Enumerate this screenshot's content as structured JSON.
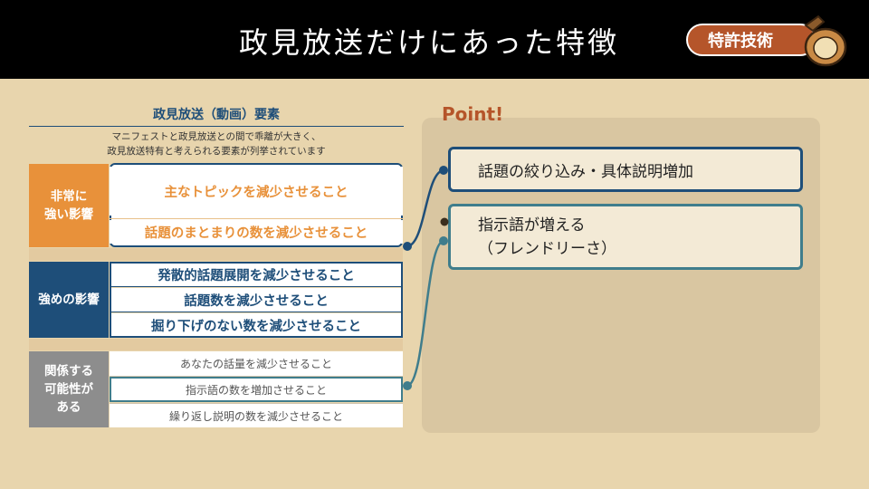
{
  "header": {
    "title": "政見放送だけにあった特徴",
    "badge": "特許技術",
    "jar_icon": "secret-jar-icon"
  },
  "table": {
    "title": "政見放送（動画）要素",
    "description_line1": "マニフェストと政見放送との間で乖離が大きく、",
    "description_line2": "政見放送特有と考えられる要素が列挙されています",
    "categories": {
      "strong_line1": "非常に",
      "strong_line2": "強い影響",
      "medium": "強めの影響",
      "possible_line1": "関係する",
      "possible_line2": "可能性が",
      "possible_line3": "ある"
    },
    "strong_rows": [
      "主なトピックを減少させること",
      "話題のまとまりの数を減少させること"
    ],
    "medium_rows": [
      "発散的話題展開を減少させること",
      "話題数を減少させること",
      "掘り下げのない数を減少させること"
    ],
    "possible_rows": [
      "あなたの話量を減少させること",
      "指示語の数を増加させること",
      "繰り返し説明の数を減少させること"
    ]
  },
  "point": {
    "label": "Point!",
    "item1": "話題の絞り込み・具体説明増加",
    "item2_line1": "指示語が増える",
    "item2_line2": "（フレンドリーさ）"
  },
  "colors": {
    "background": "#e8d5ad",
    "header": "#000000",
    "orange": "#e8913a",
    "navy": "#1e4e79",
    "gray": "#8d8d8d",
    "teal": "#3f7d8c",
    "badge": "#b5552a"
  }
}
